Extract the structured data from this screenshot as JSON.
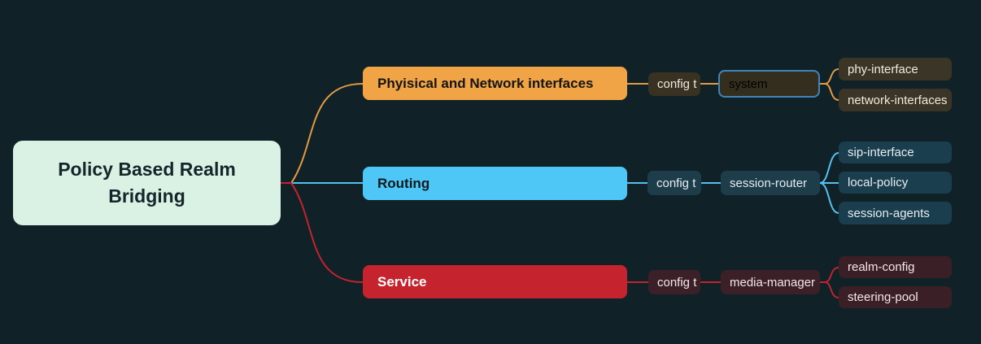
{
  "title": "Policy Based Realm Bridging",
  "palette": {
    "background": "#112128",
    "root_bg": "#d9f2e3",
    "root_text": "#15262b",
    "branch_orange": "#f0a445",
    "branch_blue": "#4ec6f6",
    "branch_red": "#c5242e",
    "connector_orange": "#e29a44",
    "connector_blue": "#55c0f0",
    "connector_red": "#c2232c",
    "box_olive_dark": "#393122",
    "box_teal_dark": "#1d3d4b",
    "box_maroon_dark": "#3b2127",
    "selected_node_border": "#3f85b8"
  },
  "root": {
    "label": "Policy Based Realm Bridging"
  },
  "branches": [
    {
      "label": "Phyisical and Network interfaces",
      "command": "config t",
      "element": "system",
      "element_selected": true,
      "children": [
        "phy-interface",
        "network-interfaces"
      ]
    },
    {
      "label": "Routing",
      "command": "config t",
      "element": "session-router",
      "element_selected": false,
      "children": [
        "sip-interface",
        "local-policy",
        "session-agents"
      ]
    },
    {
      "label": "Service",
      "command": "config t",
      "element": "media-manager",
      "element_selected": false,
      "children": [
        "realm-config",
        "steering-pool"
      ]
    }
  ]
}
